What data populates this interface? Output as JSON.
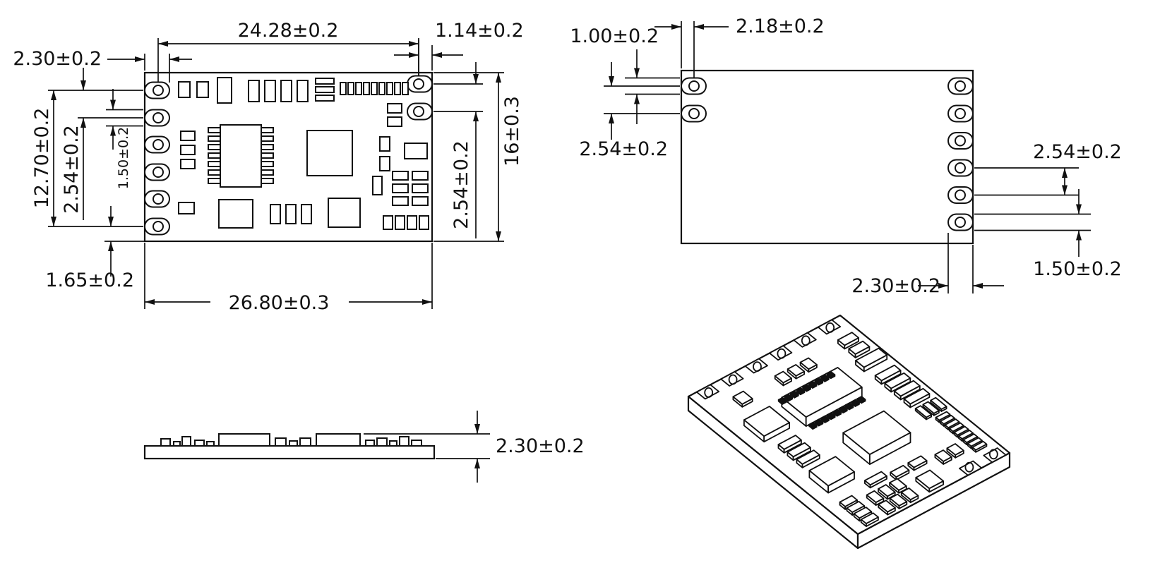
{
  "page": {
    "background": "#ffffff",
    "line_color": "#111111"
  },
  "views": {
    "top": {
      "dims": {
        "pad_setback": "2.30±0.2",
        "hole_span": "24.28±0.2",
        "hole_edge_offset": "1.14±0.2",
        "pad_row_span": "12.70±0.2",
        "pad_pitch_left": "2.54±0.2",
        "pad_width": "1.50±0.2",
        "pad_bottom_offset": "1.65±0.2",
        "board_length": "26.80±0.3",
        "pad_pitch_right": "2.54±0.2",
        "board_width": "16±0.3"
      }
    },
    "bottom": {
      "dims": {
        "trace_width": "1.00±0.2",
        "hole_setback": "2.18±0.2",
        "pad_pitch_left": "2.54±0.2",
        "pad_pitch_right": "2.54±0.2",
        "pad_width": "1.50±0.2",
        "pad_length": "2.30±0.2"
      }
    },
    "side": {
      "dims": {
        "max_height": "2.30±0.2"
      }
    }
  }
}
